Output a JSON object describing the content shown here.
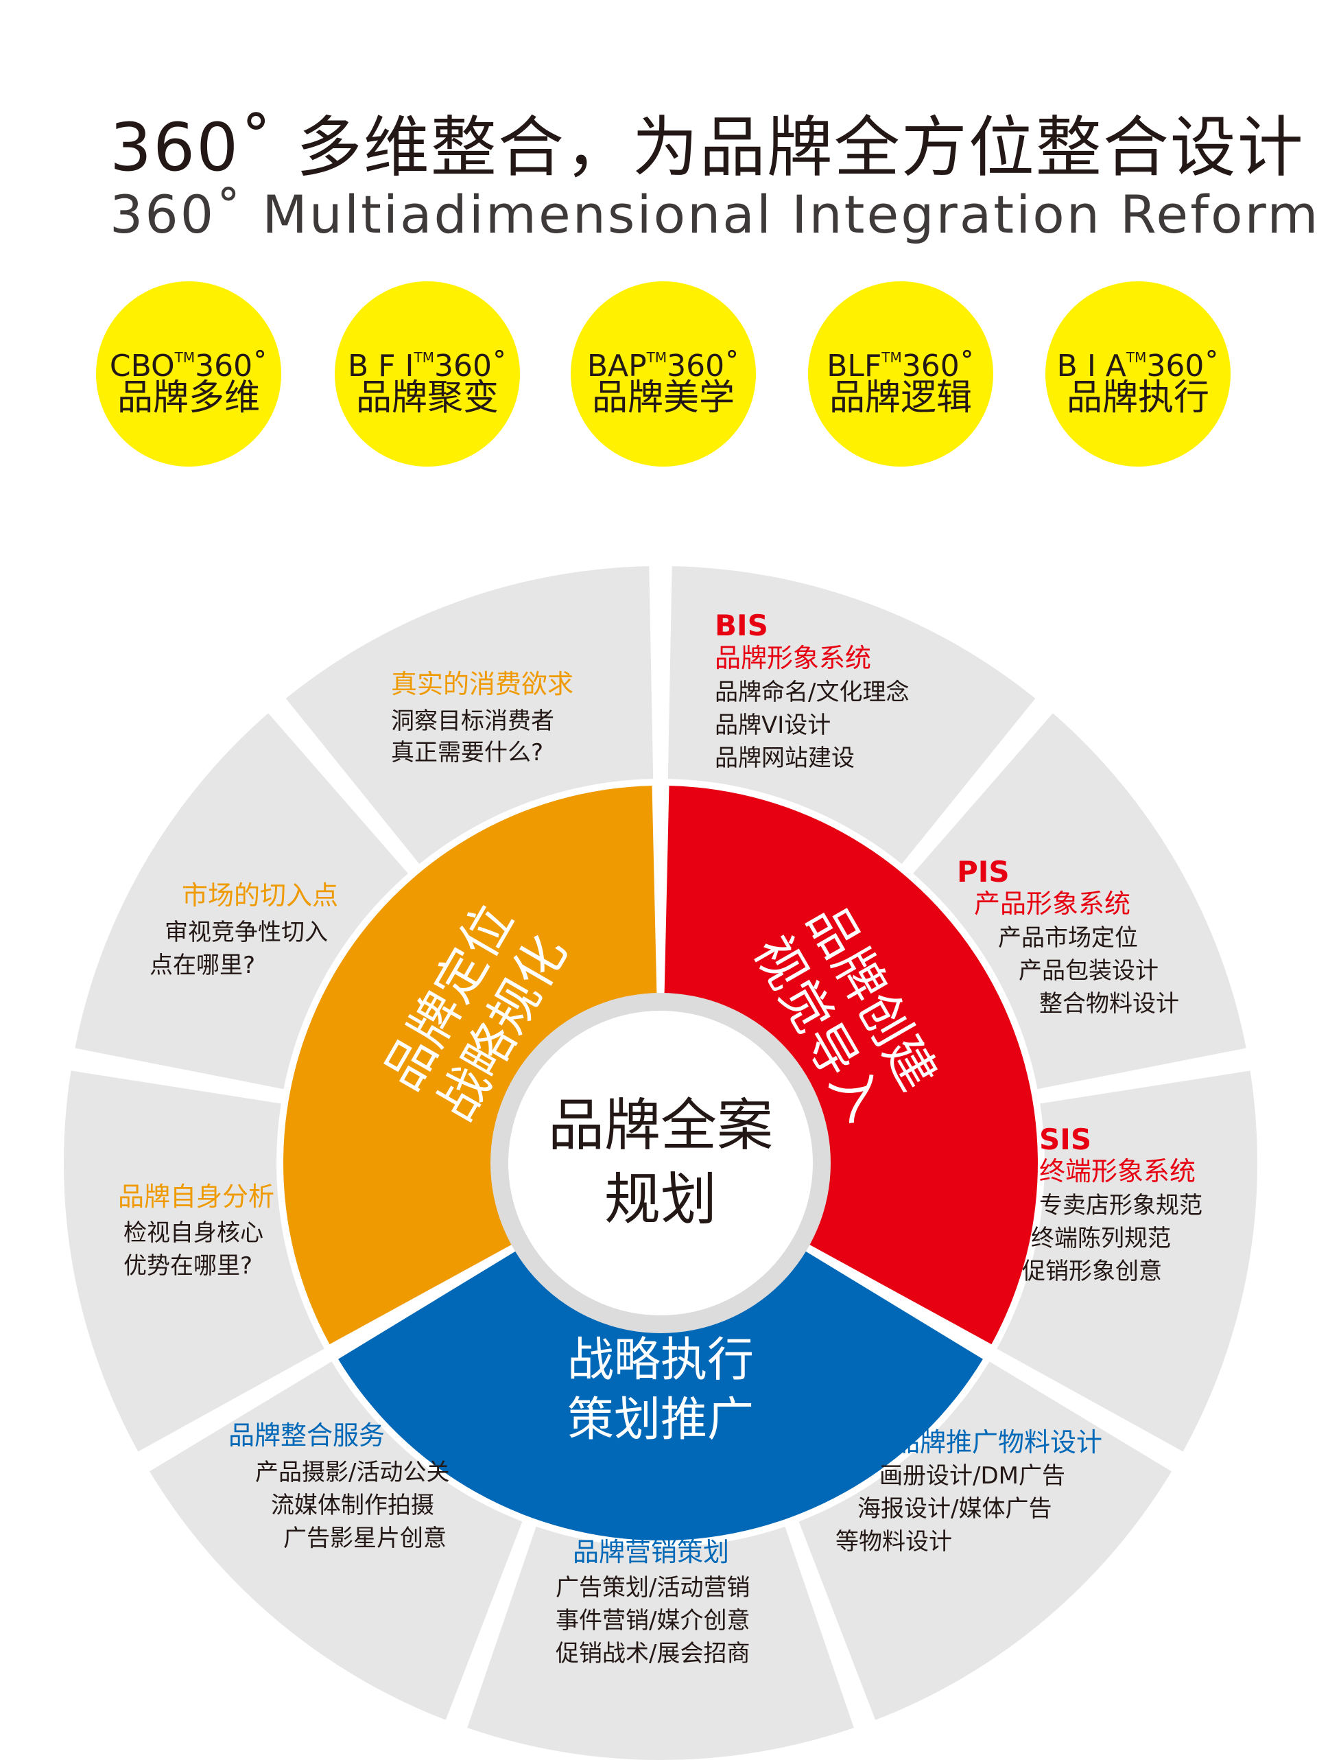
{
  "title": {
    "cn": "360˚ 多维整合，为品牌全方位整合设计",
    "en": "360˚ Multiadimensional Integration Reform"
  },
  "badges": [
    {
      "code": "CBO",
      "tm": "TM",
      "deg": "360˚",
      "name": "品牌多维"
    },
    {
      "code": "B F I",
      "tm": "TM",
      "deg": "360˚",
      "name": "品牌聚变"
    },
    {
      "code": "BAP",
      "tm": "TM",
      "deg": "360˚",
      "name": "品牌美学"
    },
    {
      "code": "BLF",
      "tm": "TM",
      "deg": "360˚",
      "name": "品牌逻辑"
    },
    {
      "code": "B I A",
      "tm": "TM",
      "deg": "360˚",
      "name": "品牌执行"
    }
  ],
  "colors": {
    "yellow": "#fff100",
    "orange": "#ee9a00",
    "red": "#e60012",
    "blue": "#0068b7",
    "gray": "#e6e6e6",
    "center_ring": "#dcdcdc",
    "text_dark": "#231815"
  },
  "diagram": {
    "center": {
      "line1": "品牌全案",
      "line2": "规划"
    },
    "inner": {
      "orange": {
        "line1": "品牌定位",
        "line2": "战略规化"
      },
      "red": {
        "line1": "品牌创建",
        "line2": "视觉导入"
      },
      "blue": {
        "line1": "战略执行",
        "line2": "策划推广"
      }
    },
    "outer": [
      {
        "key": "s1",
        "heading": "真实的消费欲求",
        "lines": [
          "洞察目标消费者",
          "真正需要什么?"
        ]
      },
      {
        "key": "s2",
        "code": "BIS",
        "heading": "品牌形象系统",
        "lines": [
          "品牌命名/文化理念",
          "品牌VI设计",
          "品牌网站建设"
        ]
      },
      {
        "key": "s3",
        "code": "PIS",
        "heading": "产品形象系统",
        "lines": [
          "产品市场定位",
          "产品包装设计",
          "整合物料设计"
        ]
      },
      {
        "key": "s4",
        "code": "SIS",
        "heading": "终端形象系统",
        "lines": [
          "专卖店形象规范",
          "终端陈列规范",
          "促销形象创意"
        ]
      },
      {
        "key": "s5",
        "heading": "品牌推广物料设计",
        "lines": [
          "画册设计/DM广告",
          "海报设计/媒体广告",
          "等物料设计"
        ]
      },
      {
        "key": "s6",
        "heading": "品牌营销策划",
        "lines": [
          "广告策划/活动营销",
          "事件营销/媒介创意",
          "促销战术/展会招商"
        ]
      },
      {
        "key": "s7",
        "heading": "品牌整合服务",
        "lines": [
          "产品摄影/活动公关",
          "流媒体制作拍摄",
          "广告影星片创意"
        ]
      },
      {
        "key": "s8",
        "heading": "品牌自身分析",
        "lines": [
          "检视自身核心",
          "优势在哪里?"
        ]
      },
      {
        "key": "s9",
        "heading": "市场的切入点",
        "lines": [
          "审视竞争性切入",
          "点在哪里?"
        ]
      }
    ]
  }
}
